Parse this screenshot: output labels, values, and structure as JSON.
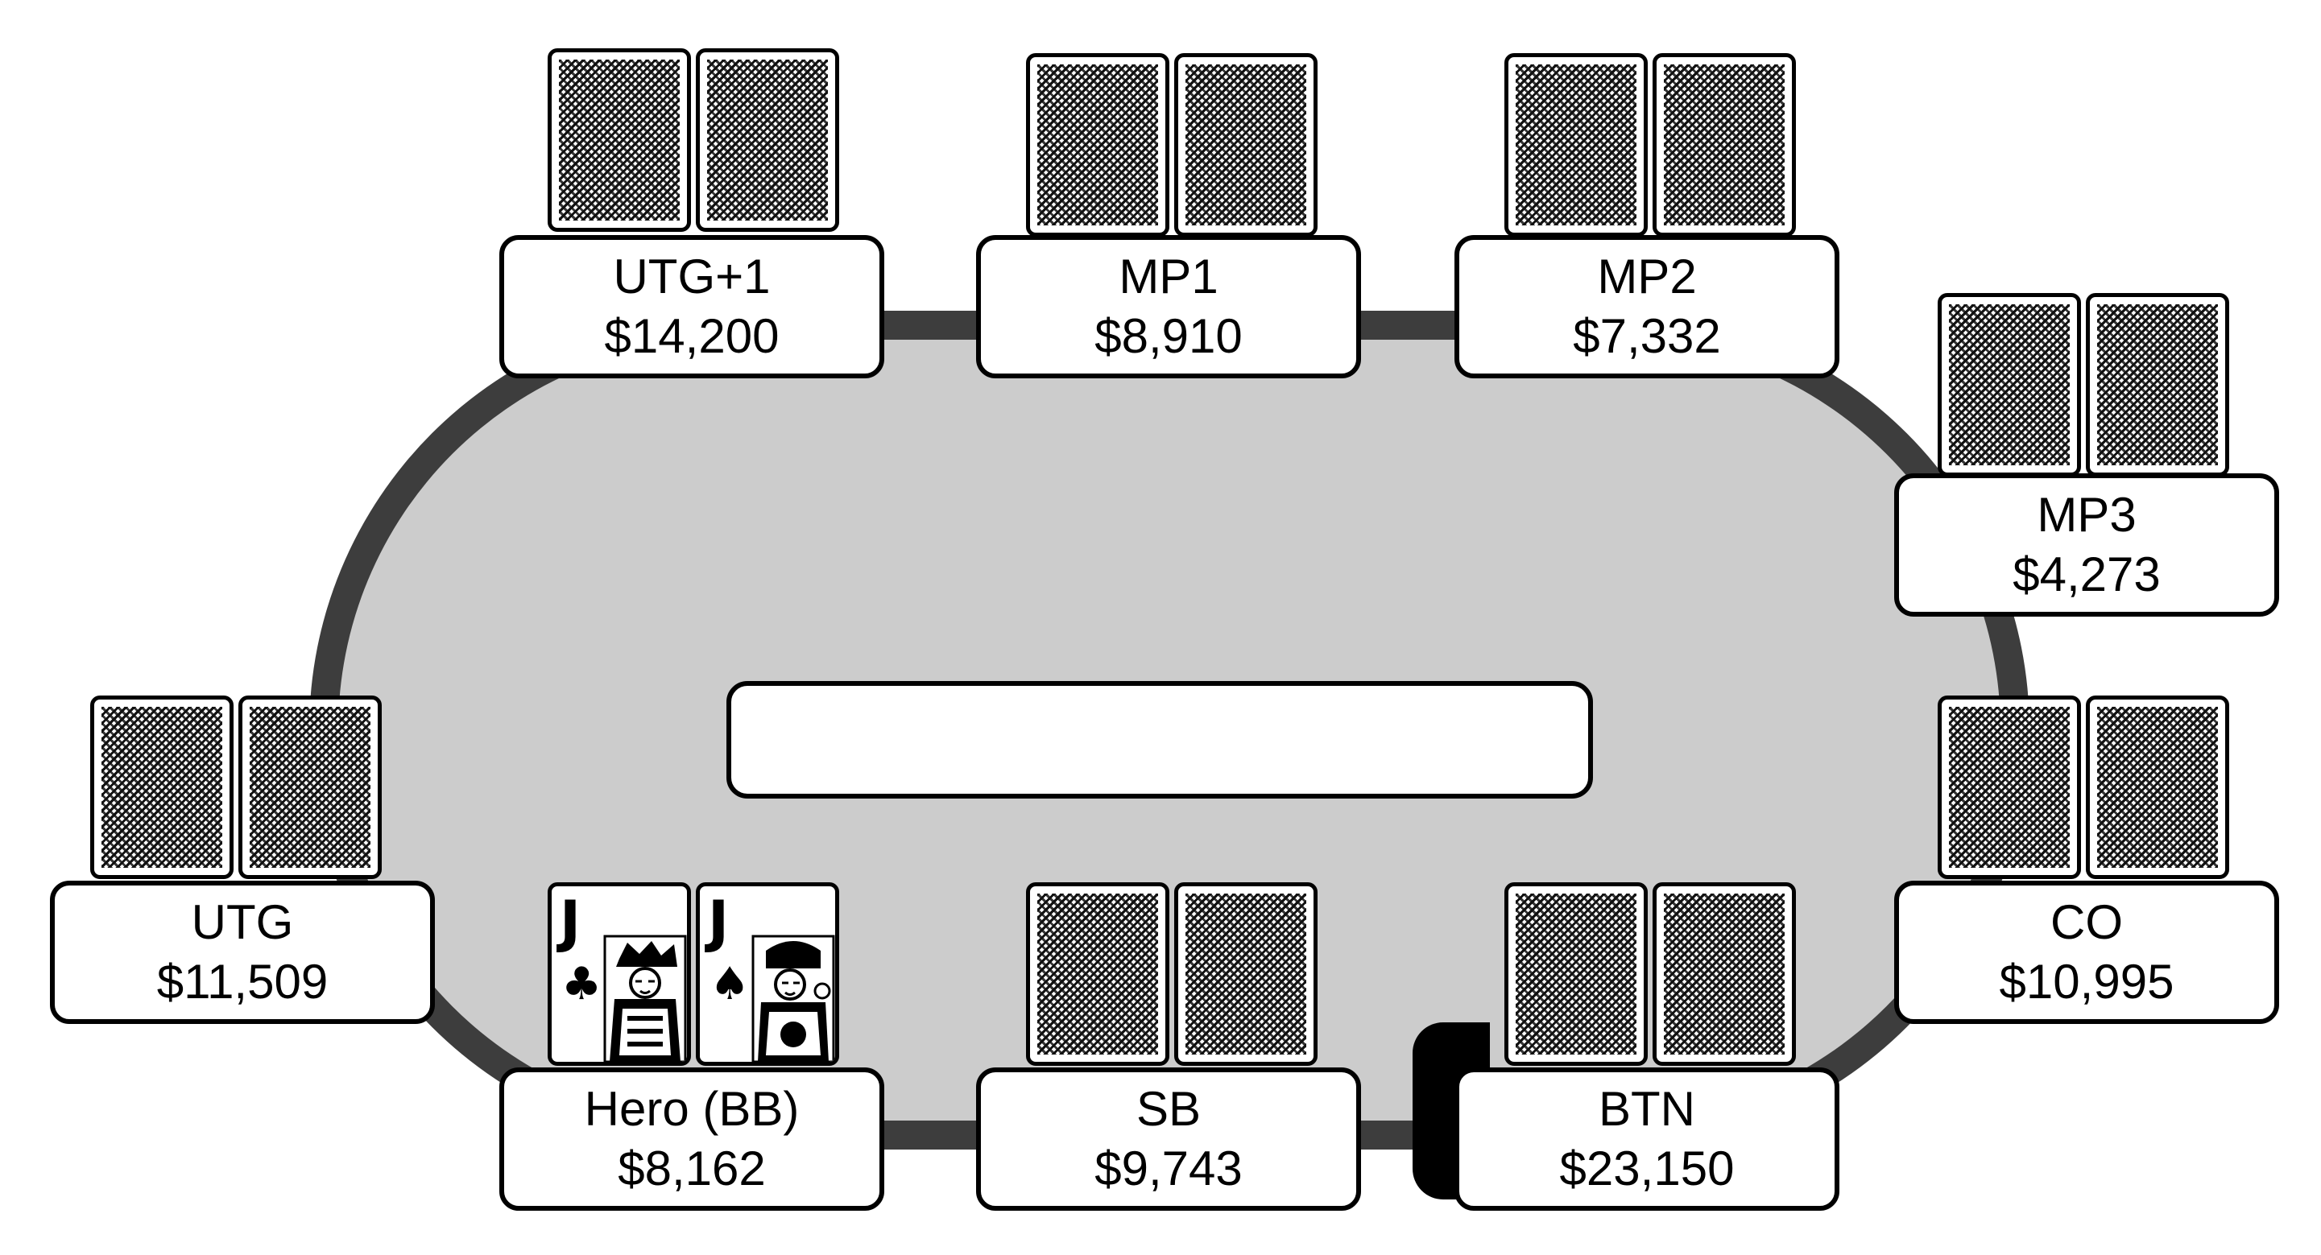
{
  "table": {
    "felt_color": "#cccccc",
    "rail_color": "#3d3d3d",
    "pot_text": "",
    "dealer_button_seat": "BTN"
  },
  "seats": [
    {
      "position": "UTG+1",
      "stack": "$14,200",
      "cards": "face-down"
    },
    {
      "position": "MP1",
      "stack": "$8,910",
      "cards": "face-down"
    },
    {
      "position": "MP2",
      "stack": "$7,332",
      "cards": "face-down"
    },
    {
      "position": "MP3",
      "stack": "$4,273",
      "cards": "face-down"
    },
    {
      "position": "UTG",
      "stack": "$11,509",
      "cards": "face-down"
    },
    {
      "position": "CO",
      "stack": "$10,995",
      "cards": "face-down"
    },
    {
      "position": "Hero (BB)",
      "stack": "$8,162",
      "cards": "face-up"
    },
    {
      "position": "SB",
      "stack": "$9,743",
      "cards": "face-down"
    },
    {
      "position": "BTN",
      "stack": "$23,150",
      "cards": "face-down"
    }
  ],
  "hero_cards": [
    {
      "rank": "J",
      "suit": "♣",
      "suit_name": "clubs"
    },
    {
      "rank": "J",
      "suit": "♠",
      "suit_name": "spades"
    }
  ]
}
